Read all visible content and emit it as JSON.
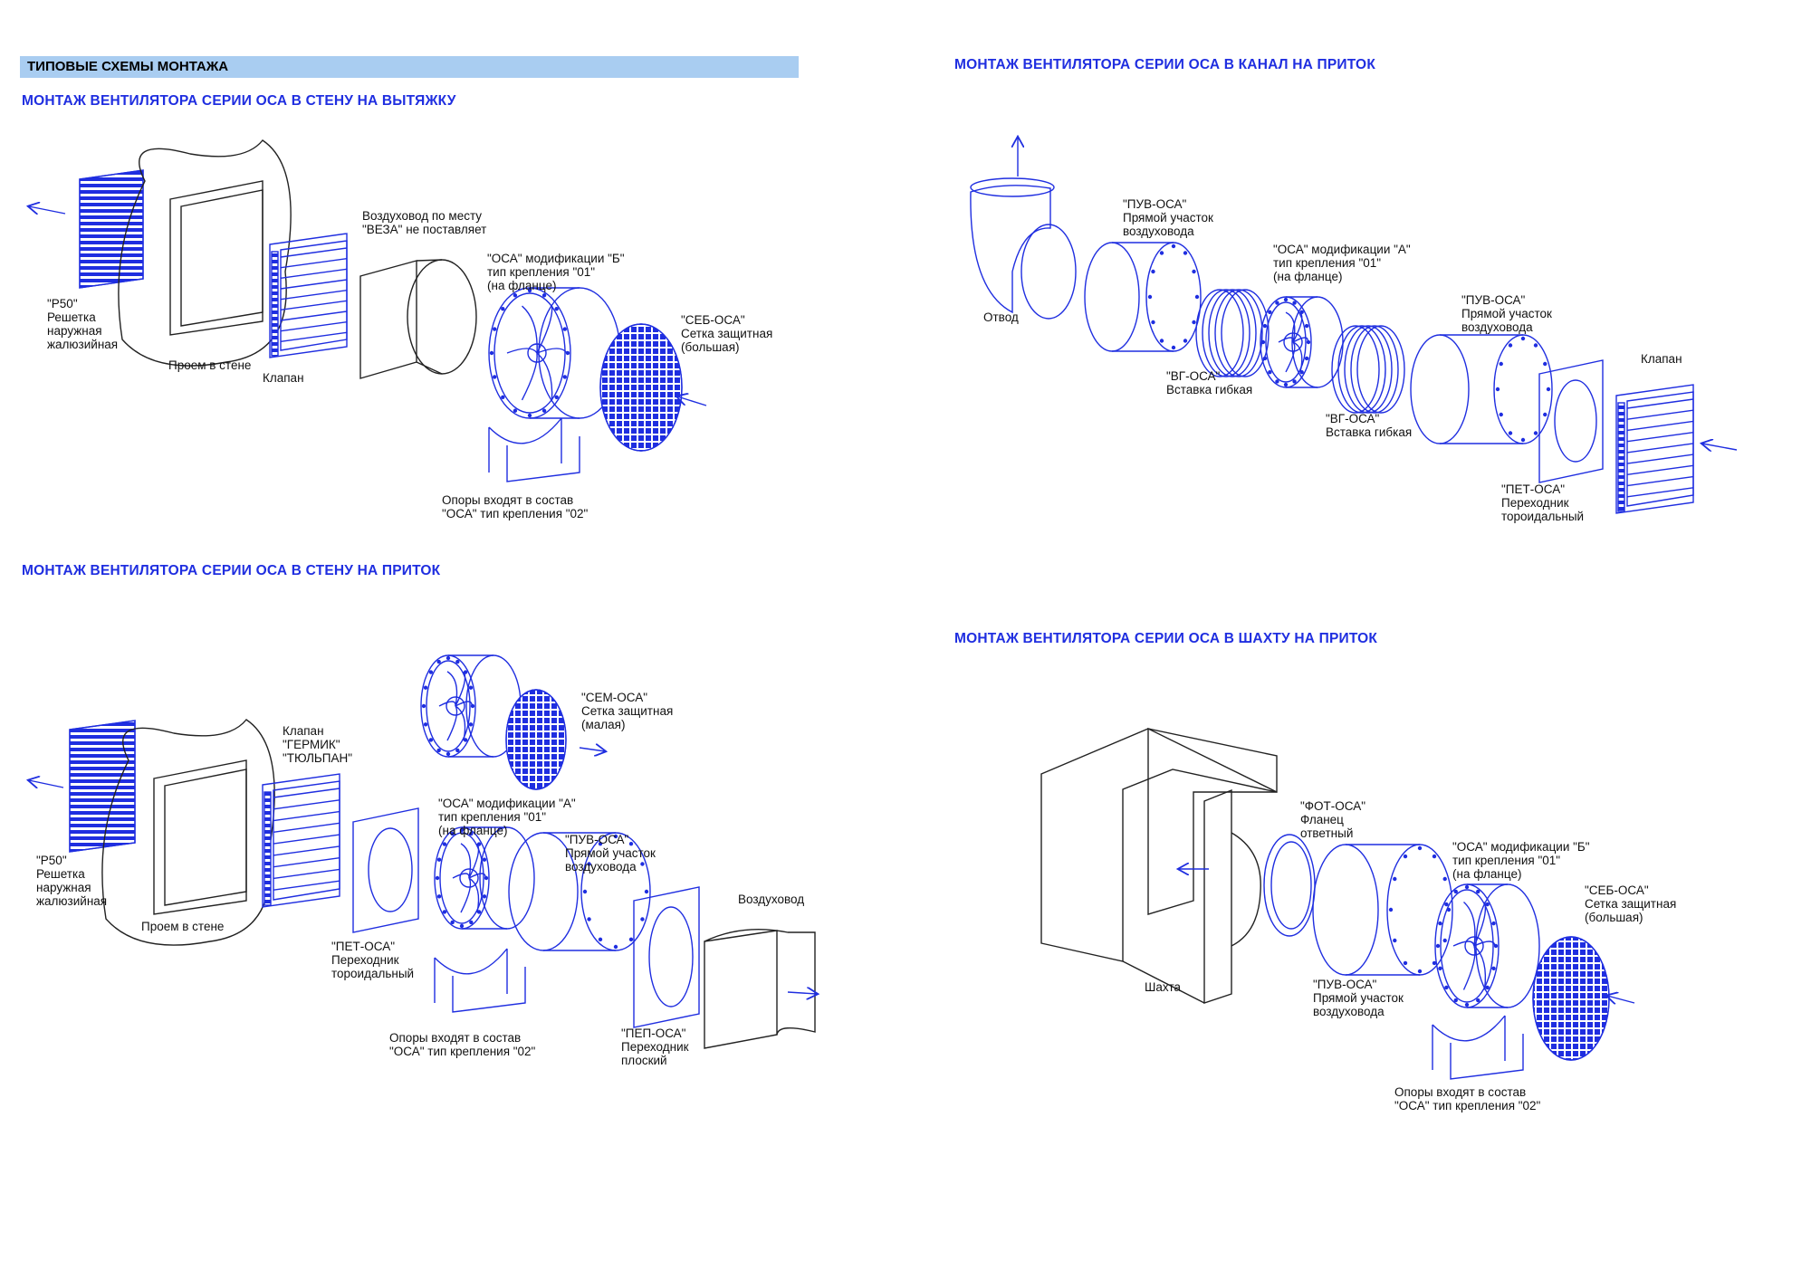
{
  "header": {
    "title": "ТИПОВЫЕ СХЕМЫ МОНТАЖА"
  },
  "colors": {
    "line": "#1f2ee0",
    "title": "#1f2ee0",
    "header_bg": "#a9cdf1",
    "outline": "#222222"
  },
  "icons": [
    "arrow-icon",
    "grille-icon",
    "fan-icon",
    "mesh-icon",
    "damper-icon",
    "duct-icon"
  ],
  "schemes": {
    "wall_exhaust": {
      "title": "МОНТАЖ ВЕНТИЛЯТОРА СЕРИИ ОСА В СТЕНУ НА ВЫТЯЖКУ",
      "labels": {
        "grille": [
          "\"Р50\"",
          "Решетка",
          "наружная",
          "жалюзийная"
        ],
        "opening": [
          "Проем в стене"
        ],
        "valve": [
          "Клапан"
        ],
        "duct": [
          "Воздуховод по месту",
          "\"ВЕЗА\" не поставляет"
        ],
        "fan": [
          "\"ОСА\" модификации \"Б\"",
          "тип крепления \"01\"",
          "(на фланце)"
        ],
        "mesh": [
          "\"СЕБ-ОСА\"",
          "Сетка защитная",
          "(большая)"
        ],
        "supports": [
          "Опоры входят в состав",
          "\"ОСА\" тип крепления \"02\""
        ]
      }
    },
    "duct_supply": {
      "title": "МОНТАЖ ВЕНТИЛЯТОРА СЕРИИ ОСА В КАНАЛ НА ПРИТОК",
      "labels": {
        "elbow": [
          "Отвод"
        ],
        "straight1": [
          "\"ПУВ-ОСА\"",
          "Прямой участок",
          "воздуховода"
        ],
        "flex1": [
          "\"ВГ-ОСА\"",
          "Вставка гибкая"
        ],
        "fan": [
          "\"ОСА\" модификации \"А\"",
          "тип крепления \"01\"",
          "(на фланце)"
        ],
        "flex2": [
          "\"ВГ-ОСА\"",
          "Вставка гибкая"
        ],
        "straight2": [
          "\"ПУВ-ОСА\"",
          "Прямой участок",
          "воздуховода"
        ],
        "valve": [
          "Клапан"
        ],
        "adapter": [
          "\"ПЕТ-ОСА\"",
          "Переходник",
          "тороидальный"
        ]
      }
    },
    "wall_supply": {
      "title": "МОНТАЖ ВЕНТИЛЯТОРА СЕРИИ ОСА В СТЕНУ НА ПРИТОК",
      "labels": {
        "grille": [
          "\"Р50\"",
          "Решетка",
          "наружная",
          "жалюзийная"
        ],
        "opening": [
          "Проем в стене"
        ],
        "valve": [
          "Клапан",
          "\"ГЕРМИК\"",
          "\"ТЮЛЬПАН\""
        ],
        "mesh_small": [
          "\"СЕМ-ОСА\"",
          "Сетка защитная",
          "(малая)"
        ],
        "fan": [
          "\"ОСА\" модификации \"А\"",
          "тип крепления \"01\"",
          "(на фланце)"
        ],
        "straight": [
          "\"ПУВ-ОСА\"",
          "Прямой участок",
          "воздуховода"
        ],
        "duct": [
          "Воздуховод"
        ],
        "adapter_t": [
          "\"ПЕТ-ОСА\"",
          "Переходник",
          "тороидальный"
        ],
        "supports": [
          "Опоры входят в состав",
          "\"ОСА\" тип крепления \"02\""
        ],
        "adapter_p": [
          "\"ПЕП-ОСА\"",
          "Переходник",
          "плоский"
        ]
      }
    },
    "shaft_supply": {
      "title": "МОНТАЖ ВЕНТИЛЯТОРА СЕРИИ ОСА В ШАХТУ НА ПРИТОК",
      "labels": {
        "flange": [
          "\"ФОТ-ОСА\"",
          "Фланец",
          "ответный"
        ],
        "fan": [
          "\"ОСА\" модификации \"Б\"",
          "тип крепления \"01\"",
          "(на фланце)"
        ],
        "mesh": [
          "\"СЕБ-ОСА\"",
          "Сетка защитная",
          "(большая)"
        ],
        "shaft": [
          "Шахта"
        ],
        "straight": [
          "\"ПУВ-ОСА\"",
          "Прямой участок",
          "воздуховода"
        ],
        "supports": [
          "Опоры входят в состав",
          "\"ОСА\" тип крепления \"02\""
        ]
      }
    }
  }
}
